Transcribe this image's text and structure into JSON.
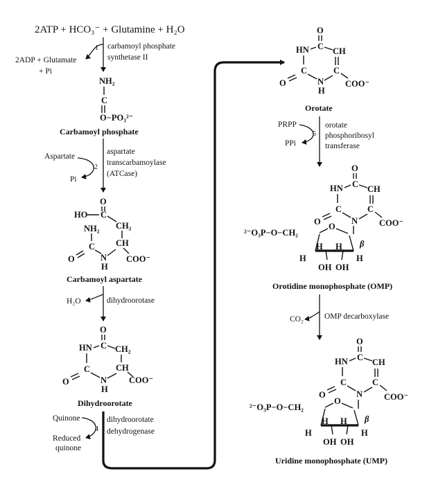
{
  "equation": {
    "top": "2ATP + HCO₃⁻ + Glutamine + H₂O"
  },
  "step1": {
    "number": "1",
    "enzyme_line1": "carbamoyl phosphate",
    "enzyme_line2": "synthetase  II",
    "side_out_line1": "2ADP + Glutamate",
    "side_out_line2": "+ Pi"
  },
  "carbamoyl_phosphate": {
    "nh2": "NH₂",
    "c": "C",
    "o_double": "O",
    "o_po3": "O−PO₃²⁻",
    "name": "Carbamoyl phosphate"
  },
  "step2": {
    "number": "2",
    "side_in": "Aspartate",
    "side_out": "Pi",
    "enzyme_line1": "aspartate",
    "enzyme_line2": "transcarbamoylase",
    "enzyme_line3": "(ATCase)"
  },
  "carbamoyl_aspartate": {
    "ho": "HO",
    "c1": "C",
    "o1": "O",
    "ch2": "CH₂",
    "nh2": "NH₂",
    "c2": "C",
    "o2": "O",
    "n": "N",
    "h": "H",
    "ch": "CH",
    "coo": "COO⁻",
    "name": "Carbamoyl aspartate"
  },
  "step3": {
    "side_out": "H₂O",
    "enzyme": "dihydroorotase"
  },
  "dihydroorotate": {
    "o_top": "O",
    "hn": "HN",
    "c_top": "C",
    "ch2": "CH₂",
    "c_left": "C",
    "o_left": "O",
    "n": "N",
    "h": "H",
    "ch": "CH",
    "coo": "COO⁻",
    "name": "Dihydroorotate"
  },
  "step4": {
    "number": "4",
    "side_in": "Quinone",
    "side_out_line1": "Reduced",
    "side_out_line2": "quinone",
    "enzyme_line1": "dihydroorotate",
    "enzyme_line2": "dehydrogenase"
  },
  "orotate": {
    "o_top": "O",
    "hn": "HN",
    "c_top": "C",
    "ch": "CH",
    "c_left": "C",
    "o_left": "O",
    "n": "N",
    "h": "H",
    "c_right": "C",
    "coo": "COO⁻",
    "name": "Orotate"
  },
  "step5": {
    "number": "5",
    "side_in": "PRPP",
    "side_out": "PPi",
    "enzyme_line1": "orotate",
    "enzyme_line2": "phosphoribosyl",
    "enzyme_line3": "transferase"
  },
  "omp": {
    "o_top": "O",
    "hn": "HN",
    "c_top": "C",
    "ch": "CH",
    "c_left": "C",
    "o_left": "O",
    "n": "N",
    "c_right": "C",
    "coo": "COO⁻",
    "phosphate": "²⁻O₃P−O−CH₂",
    "ring_o": "O",
    "h1": "H",
    "h2": "H",
    "h3": "H",
    "h4": "H",
    "oh1": "OH",
    "oh2": "OH",
    "beta": "β",
    "name": "Orotidine monophosphate (OMP)"
  },
  "step6": {
    "side_out": "CO₂",
    "enzyme": "OMP decarboxylase"
  },
  "ump": {
    "o_top": "O",
    "hn": "HN",
    "c_top": "C",
    "ch": "CH",
    "c_left": "C",
    "o_left": "O",
    "n": "N",
    "c_right": "C",
    "coo": "COO⁻",
    "phosphate": "²⁻O₃P−O−CH₂",
    "ring_o": "O",
    "h1": "H",
    "h2": "H",
    "h3": "H",
    "h4": "H",
    "oh1": "OH",
    "oh2": "OH",
    "beta": "β",
    "name": "Uridine monophosphate (UMP)"
  }
}
